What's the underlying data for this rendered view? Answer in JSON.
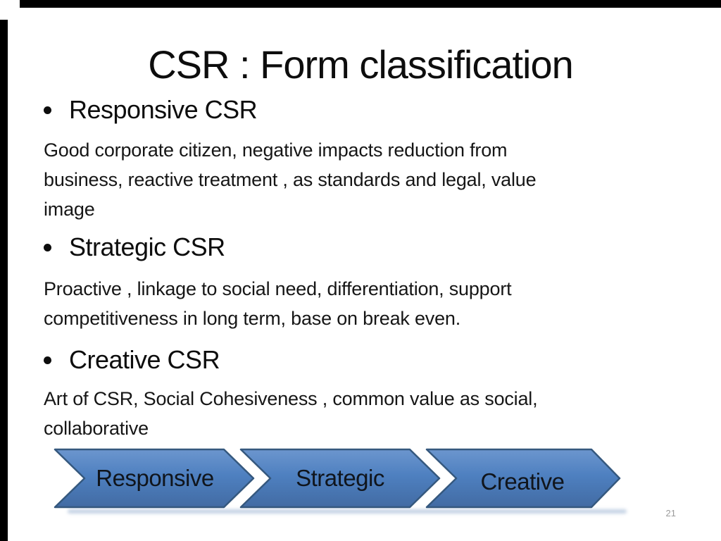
{
  "slide": {
    "title": "CSR : Form classification",
    "page_number": "21",
    "background_color": "#ffffff",
    "frame_color": "#000000",
    "text_color": "#0d0d0d"
  },
  "sections": [
    {
      "heading": "Responsive CSR",
      "lines": [
        "Good corporate citizen, negative impacts reduction from",
        "business, reactive treatment , as standards and legal, value",
        "image"
      ]
    },
    {
      "heading": "Strategic CSR",
      "lines": [
        "Proactive , linkage to social need, differentiation, support",
        "competitiveness in long term, base on break even."
      ]
    },
    {
      "heading": "Creative CSR",
      "lines": [
        "Art of CSR, Social Cohesiveness , common value as social,",
        "collaborative"
      ]
    }
  ],
  "process_arrows": {
    "labels": [
      "Responsive",
      "Strategic",
      "Creative"
    ],
    "fill_top": "#6c96ce",
    "fill_mid": "#4e80c0",
    "fill_bottom": "#426ba3",
    "border_color": "#35587e",
    "label_color": "#10151c",
    "shadow_color": "#7d9bc3"
  }
}
